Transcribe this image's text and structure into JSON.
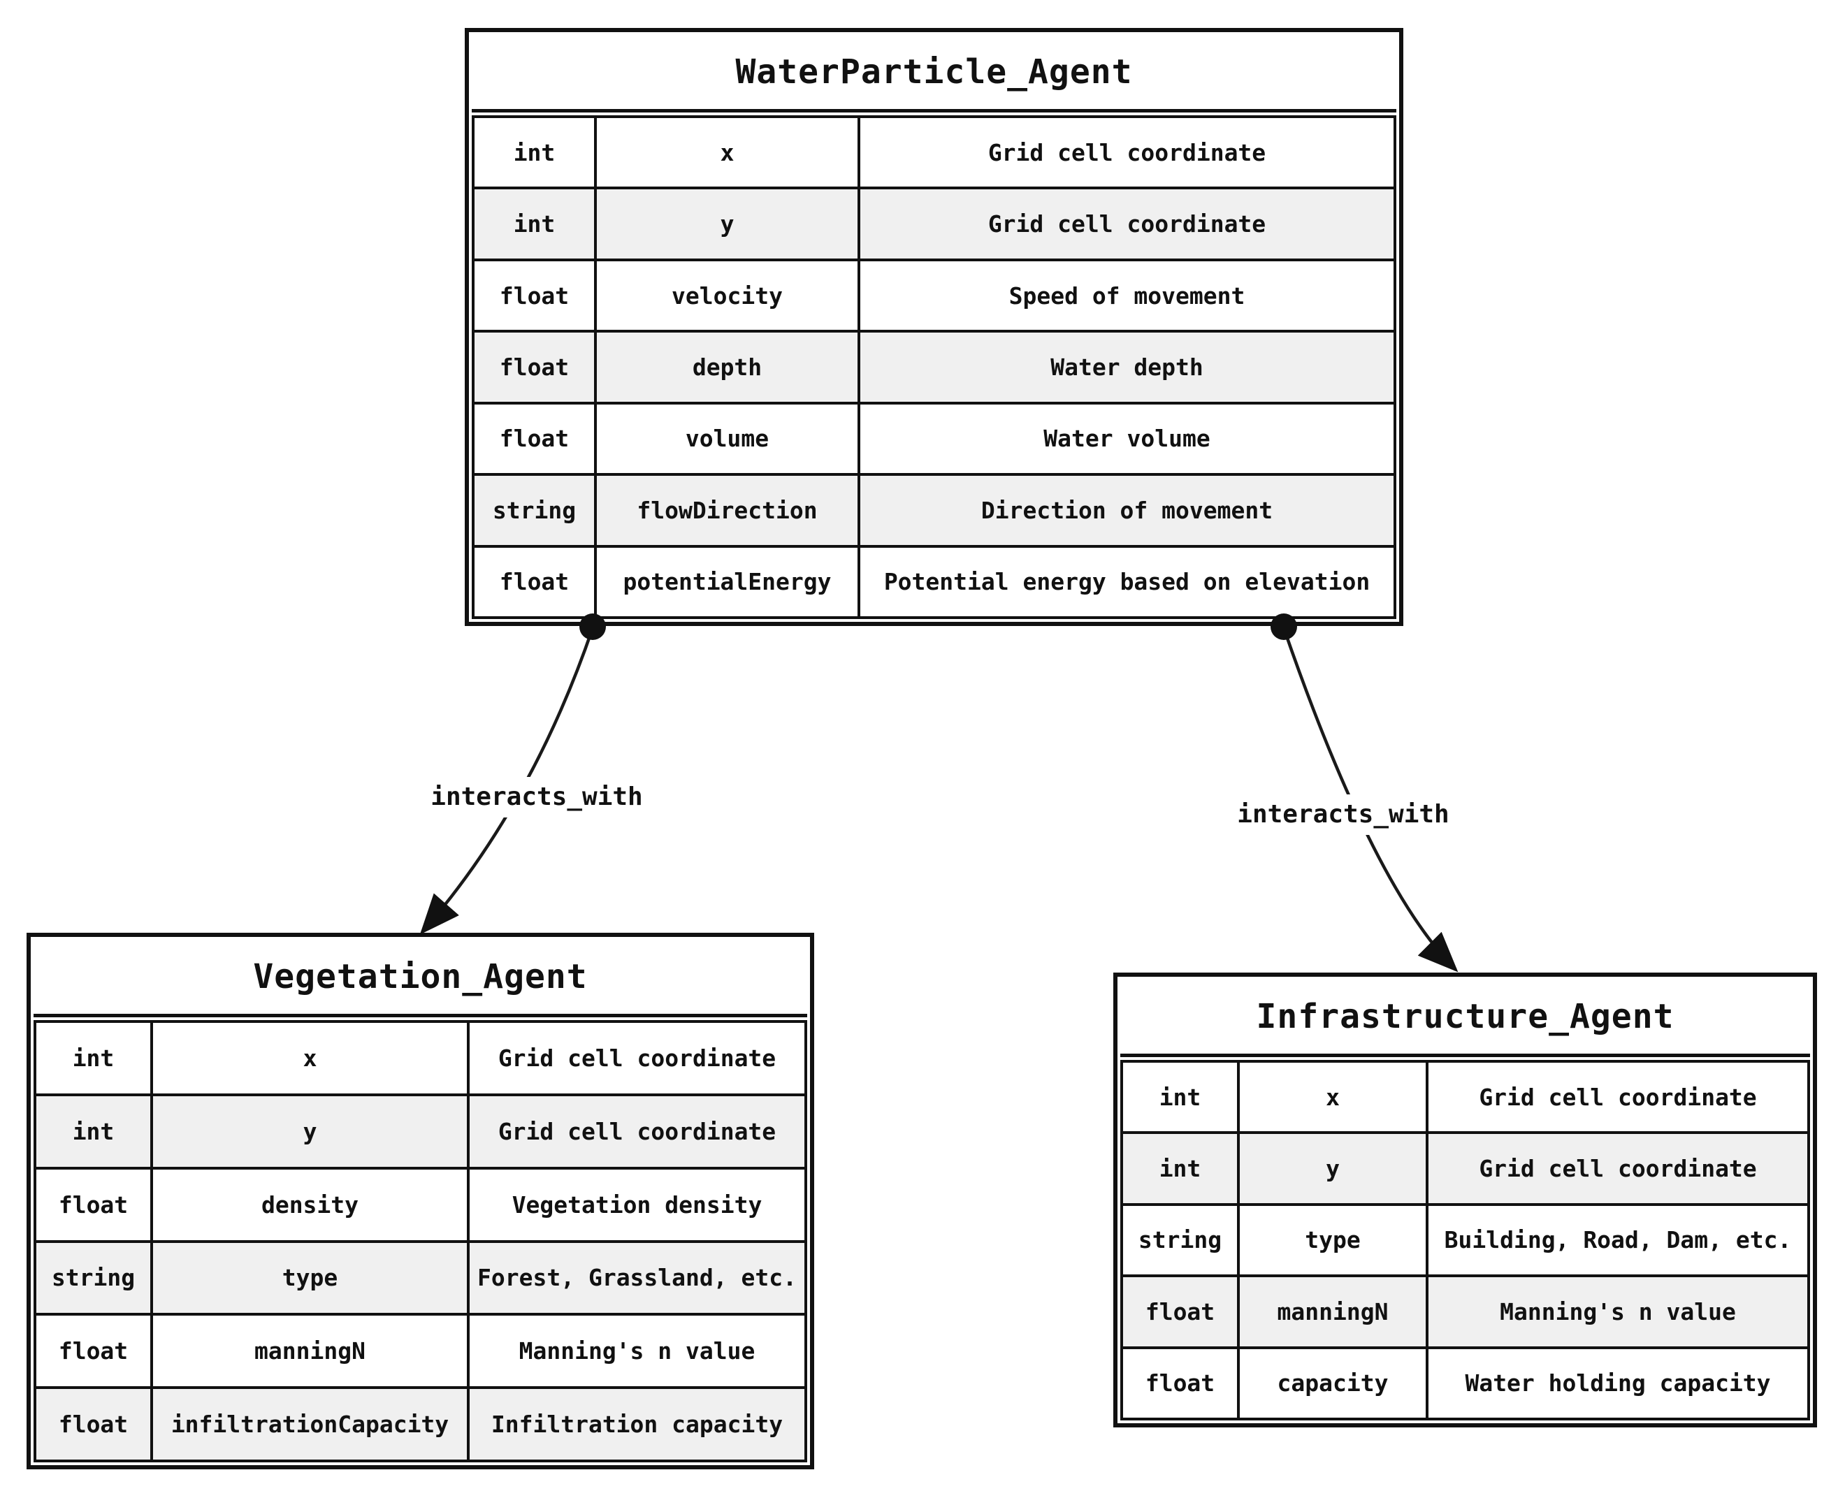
{
  "diagram": {
    "background": "#ffffff",
    "colors": {
      "border": "#111111",
      "row_default": "#ffffff",
      "row_alt": "#f0f0f0",
      "text": "#111111"
    },
    "entities": [
      {
        "name": "WaterParticle_Agent",
        "attributes": [
          {
            "type": "int",
            "name": "x",
            "comment": "Grid cell coordinate"
          },
          {
            "type": "int",
            "name": "y",
            "comment": "Grid cell coordinate"
          },
          {
            "type": "float",
            "name": "velocity",
            "comment": "Speed of movement"
          },
          {
            "type": "float",
            "name": "depth",
            "comment": "Water depth"
          },
          {
            "type": "float",
            "name": "volume",
            "comment": "Water volume"
          },
          {
            "type": "string",
            "name": "flowDirection",
            "comment": "Direction of movement"
          },
          {
            "type": "float",
            "name": "potentialEnergy",
            "comment": "Potential energy based on elevation"
          }
        ]
      },
      {
        "name": "Vegetation_Agent",
        "attributes": [
          {
            "type": "int",
            "name": "x",
            "comment": "Grid cell coordinate"
          },
          {
            "type": "int",
            "name": "y",
            "comment": "Grid cell coordinate"
          },
          {
            "type": "float",
            "name": "density",
            "comment": "Vegetation density"
          },
          {
            "type": "string",
            "name": "type",
            "comment": "Forest, Grassland, etc."
          },
          {
            "type": "float",
            "name": "manningN",
            "comment": "Manning's n value"
          },
          {
            "type": "float",
            "name": "infiltrationCapacity",
            "comment": "Infiltration capacity"
          }
        ]
      },
      {
        "name": "Infrastructure_Agent",
        "attributes": [
          {
            "type": "int",
            "name": "x",
            "comment": "Grid cell coordinate"
          },
          {
            "type": "int",
            "name": "y",
            "comment": "Grid cell coordinate"
          },
          {
            "type": "string",
            "name": "type",
            "comment": "Building, Road, Dam, etc."
          },
          {
            "type": "float",
            "name": "manningN",
            "comment": "Manning's n value"
          },
          {
            "type": "float",
            "name": "capacity",
            "comment": "Water holding capacity"
          }
        ]
      }
    ],
    "relationships": [
      {
        "from": "WaterParticle_Agent",
        "to": "Vegetation_Agent",
        "label": "interacts_with"
      },
      {
        "from": "WaterParticle_Agent",
        "to": "Infrastructure_Agent",
        "label": "interacts_with"
      }
    ]
  }
}
